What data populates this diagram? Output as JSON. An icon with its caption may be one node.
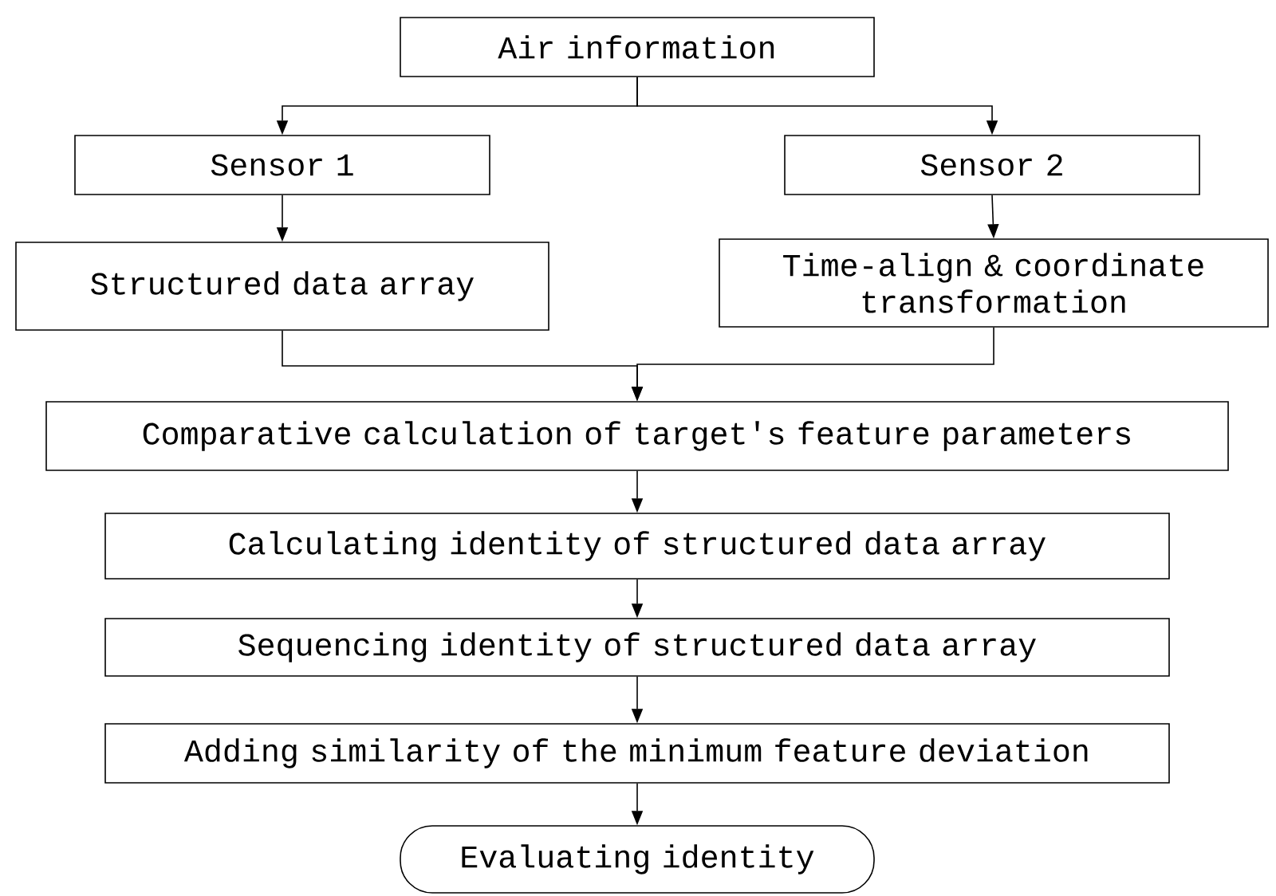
{
  "diagram": {
    "nodes": [
      {
        "text": [
          "Air information"
        ]
      },
      {
        "text": [
          "Sensor 1"
        ]
      },
      {
        "text": [
          "Sensor 2"
        ]
      },
      {
        "text": [
          "Structured data array"
        ]
      },
      {
        "text": [
          "Time-align & coordinate transformation"
        ]
      },
      {
        "text": [
          "Comparative calculation of target's feature parameters"
        ]
      },
      {
        "text": [
          "Calculating identity of structured data array"
        ]
      },
      {
        "text": [
          "Sequencing identity of structured data array"
        ]
      },
      {
        "text": [
          "Adding similarity of the minimum feature deviation"
        ]
      },
      {
        "text": [
          "Evaluating identity"
        ]
      }
    ],
    "edges": [
      {
        "from": 0,
        "to": 1,
        "arrow": "to"
      },
      {
        "from": 0,
        "to": 2,
        "arrow": "to"
      },
      {
        "from": 1,
        "to": 3,
        "arrow": "to"
      },
      {
        "from": 2,
        "to": 4,
        "arrow": "to"
      },
      {
        "from": 3,
        "to": 5,
        "arrow": "to"
      },
      {
        "from": 4,
        "to": 5,
        "arrow": "to"
      },
      {
        "from": 5,
        "to": 6,
        "arrow": "to"
      },
      {
        "from": 6,
        "to": 7,
        "arrow": "to"
      },
      {
        "from": 7,
        "to": 8,
        "arrow": "to"
      },
      {
        "from": 8,
        "to": 9,
        "arrow": "to"
      }
    ]
  }
}
